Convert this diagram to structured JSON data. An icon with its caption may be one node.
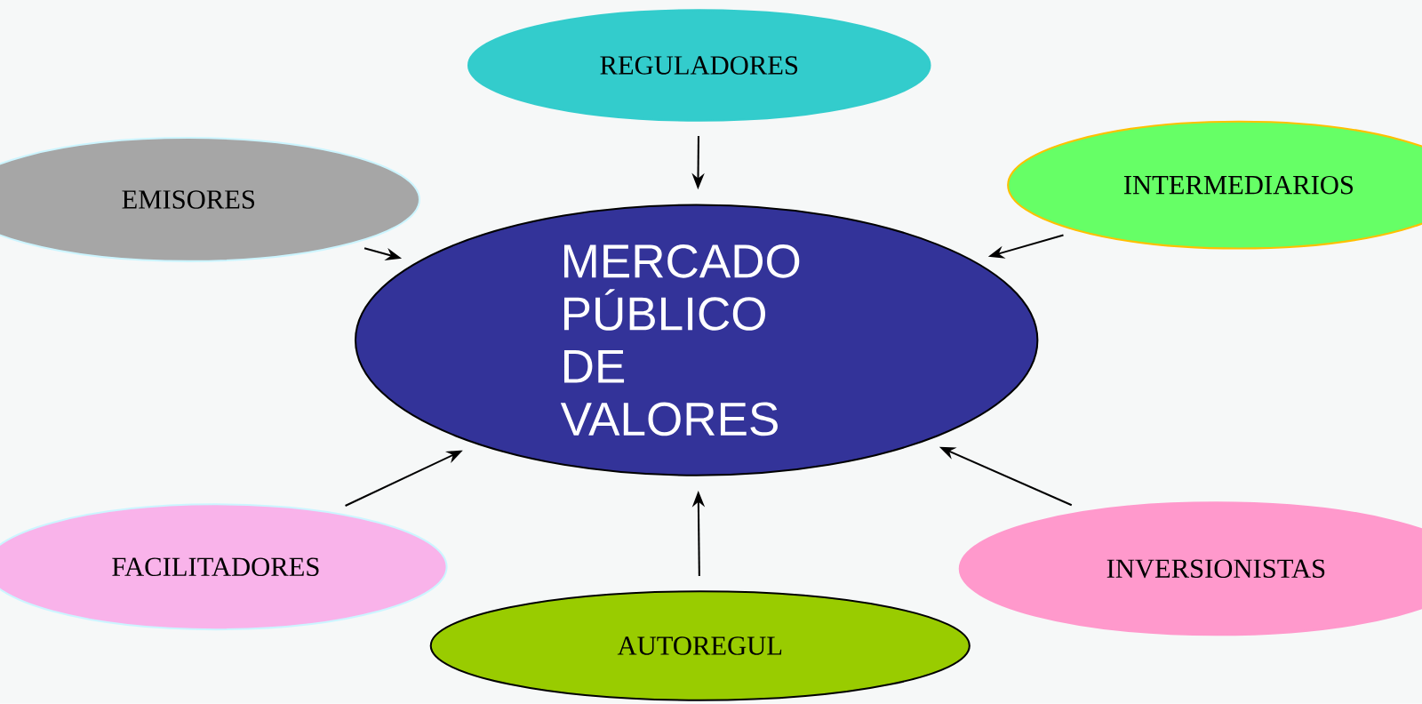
{
  "diagram": {
    "nodes": [
      {
        "text": [
          "MERCADO PÚBLICO DE VALORES"
        ]
      },
      {
        "text": [
          "REGULADORES"
        ]
      },
      {
        "text": [
          "EMISORES"
        ]
      },
      {
        "text": [
          "INTERMEDIARIOS"
        ]
      },
      {
        "text": [
          "FACILITADORES"
        ]
      },
      {
        "text": [
          "AUTOREGUL"
        ]
      },
      {
        "text": [
          "INVERSIONISTAS"
        ]
      }
    ],
    "edges": [
      {
        "from": 1,
        "to": 0,
        "arrow": "to"
      },
      {
        "from": 2,
        "to": 0,
        "arrow": "to"
      },
      {
        "from": 3,
        "to": 0,
        "arrow": "to"
      },
      {
        "from": 4,
        "to": 0,
        "arrow": "to"
      },
      {
        "from": 5,
        "to": 0,
        "arrow": "to"
      },
      {
        "from": 6,
        "to": 0,
        "arrow": "to"
      }
    ]
  }
}
